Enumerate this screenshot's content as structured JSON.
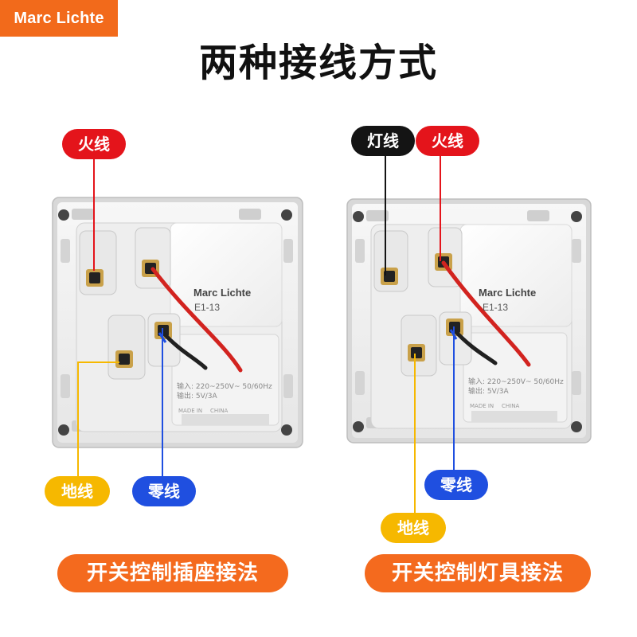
{
  "brand": {
    "logo_text": "Marc Lichte"
  },
  "title": "两种接线方式",
  "left_panel": {
    "model_brand": "Marc Lichte",
    "model_code": "E1-13",
    "spec_line1": "输入: 220~250V~ 50/60Hz",
    "spec_line2": "输出: 5V/3A",
    "made_in": "MADE IN",
    "country": "CHINA",
    "labels": {
      "live": "火线",
      "earth": "地线",
      "neutral": "零线"
    },
    "caption": "开关控制插座接法"
  },
  "right_panel": {
    "model_brand": "Marc Lichte",
    "model_code": "E1-13",
    "spec_line1": "输入: 220~250V~ 50/60Hz",
    "spec_line2": "输出: 5V/3A",
    "made_in": "MADE IN",
    "country": "CHINA",
    "labels": {
      "lamp": "灯线",
      "live": "火线",
      "neutral": "零线",
      "earth": "地线"
    },
    "caption": "开关控制灯具接法"
  },
  "colors": {
    "accent": "#f46a1e",
    "live": "#e4141b",
    "lamp": "#141414",
    "earth": "#f6b800",
    "neutral": "#1f4fe0"
  }
}
